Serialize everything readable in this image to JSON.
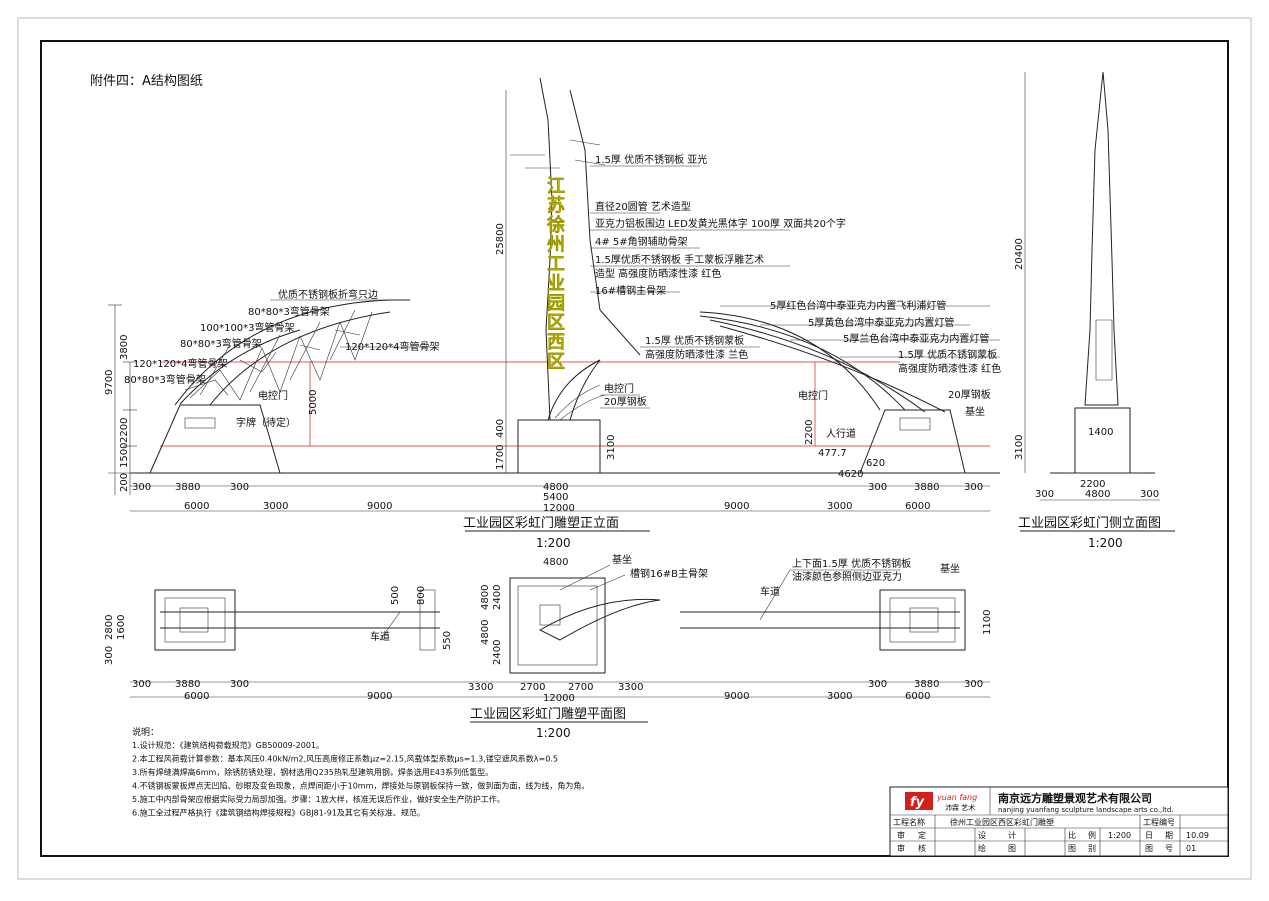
{
  "sheet_title": "附件四：A结构图纸",
  "sign_text": [
    "江",
    "苏",
    "徐",
    "州",
    "工",
    "业",
    "园",
    "区",
    "西",
    "区"
  ],
  "colors": {
    "sign_text": "#e8e400",
    "section_lines": "#d2201a",
    "line": "#222222"
  },
  "front_elevation": {
    "title": "工业园区彩虹门雕塑正立面",
    "scale": "1:200",
    "callouts": {
      "c1": "1.5厚 优质不锈钢板 亚光",
      "c2": "直径20圆管 艺术造型",
      "c3": "亚克力铝板围边 LED发黄光黑体字 100厚 双面共20个字",
      "c4": "4# 5#角钢辅助骨架",
      "c5": "1.5厚优质不锈钢板 手工蒙板浮雕艺术",
      "c6": "造型 高强度防晒漆性漆 红色",
      "c7": "16#槽钢主骨架",
      "c8": "1.5厚 优质不锈钢蒙板",
      "c9": "高强度防晒漆性漆 兰色",
      "c10": "电控门",
      "c11": "20厚钢板",
      "l1": "优质不锈钢板折弯只边",
      "l2": "80*80*3弯管骨架",
      "l3": "100*100*3弯管骨架",
      "l4": "80*80*3弯管骨架",
      "l5": "120*120*4弯管骨架",
      "l6": "80*80*3弯管骨架",
      "l7": "120*120*4弯管骨架",
      "l8": "电控门",
      "l9": "字牌（待定）",
      "r1": "5厚红色台湾中泰亚克力内置飞利浦灯管",
      "r2": "5厚黄色台湾中泰亚克力内置灯管",
      "r3": "5厚兰色台湾中泰亚克力内置灯管",
      "r4": "1.5厚 优质不锈钢蒙板",
      "r5": "高强度防晒漆性漆 红色",
      "r6": "电控门",
      "r7": "20厚钢板",
      "r8": "基坐",
      "r9": "人行道"
    },
    "dims": {
      "h_left_total": "9700",
      "h_left_a": "3800",
      "h_left_b": "2200",
      "h_left_c": "1500",
      "h_left_d": "200",
      "h_mid": "5000",
      "h_center_top": "25800",
      "h_center_b": "400",
      "h_center_c": "1700",
      "h_center_d": "3100",
      "h_right": "2200",
      "r_477": "477.7",
      "r_620": "620",
      "r_4620": "4620",
      "w_300a": "300",
      "w_3880a": "3880",
      "w_300b": "300",
      "w_6000a": "6000",
      "w_3000a": "3000",
      "w_9000a": "9000",
      "w_4800": "4800",
      "w_5400": "5400",
      "w_12000": "12000",
      "w_9000b": "9000",
      "w_3000b": "3000",
      "w_6000b": "6000",
      "w_300c": "300",
      "w_3880b": "3880",
      "w_300d": "300"
    }
  },
  "side_elevation": {
    "title": "工业园区彩虹门侧立面图",
    "scale": "1:200",
    "dims": {
      "h_top": "20400",
      "h_bot": "3100",
      "base": "1400",
      "w_2200": "2200",
      "w_4800": "4800",
      "w_300a": "300",
      "w_300b": "300"
    }
  },
  "plan": {
    "title": "工业园区彩虹门雕塑平面图",
    "scale": "1:200",
    "labels": {
      "base_top": "基坐",
      "channel": "槽钢16#B主骨架",
      "road_left": "车道",
      "road_right": "车道",
      "panel_1": "上下面1.5厚 优质不锈钢板",
      "panel_2": "油漆颜色参照侧边亚克力",
      "base_right": "基坐"
    },
    "dims": {
      "d2800": "2800",
      "d1600": "1600",
      "d300": "300",
      "d500": "500",
      "d800": "800",
      "d550": "550",
      "d4800a": "4800",
      "d2400a": "2400",
      "d4800b": "4800",
      "d2400b": "2400",
      "d1100": "1100",
      "w_300a": "300",
      "w_3880a": "3880",
      "w_300b": "300",
      "w_6000a": "6000",
      "w_9000a": "9000",
      "w_3300a": "3300",
      "w_2700a": "2700",
      "w_2700b": "2700",
      "w_3300b": "3300",
      "w_12000": "12000",
      "w_9000b": "9000",
      "w_3000b": "3000",
      "w_6000b": "6000",
      "w_300c": "300",
      "w_3880b": "3880",
      "w_300d": "300"
    }
  },
  "notes": {
    "heading": "说明：",
    "items": [
      "1.设计规范：《建筑结构荷载规范》GB50009-2001。",
      "2.本工程风荷载计算参数：基本风压0.40kN/m2,风压高度修正系数μz=2.15,风载体型系数μs=1.3,镂空遮风系数λ=0.5",
      "3.所有焊缝满焊高6mm，除锈防锈处理，钢材选用Q235热轧型建筑用钢，焊条选用E43系列低氢型。",
      "4.不锈钢板蒙板焊点无凹陷、砂眼及变色现象，点焊间距小于10mm，焊接处与原钢板保持一致，做到面为面，线为线，角为角。",
      "5.施工中内部骨架应根据实际受力局部加强。步骤：1放大样，核准无误后作业，做好安全生产防护工作。",
      "6.施工全过程严格执行《建筑钢结构焊接规程》GBJ81-91及其它有关标准、规范。"
    ]
  },
  "title_block": {
    "logo_text": "yuan fang",
    "logo_sub": "沛霖 艺术",
    "company_cn": "南京远方雕塑景观艺术有限公司",
    "company_en": "nanjing yuanfang sculpture landscape arts co.,ltd.",
    "project_label": "工程名称",
    "project_value": "徐州工业园区西区彩虹门雕塑",
    "project_no_label": "工程编号",
    "project_no_value": "",
    "row2": {
      "a": "审",
      "b": "定",
      "c": "设",
      "d": "计",
      "e": "比",
      "f": "例",
      "g": "1:200",
      "h": "日",
      "i": "期",
      "j": "10.09"
    },
    "row3": {
      "a": "审",
      "b": "核",
      "c": "绘",
      "d": "图",
      "e": "图",
      "f": "别",
      "g": "",
      "h": "图",
      "i": "号",
      "j": "01"
    }
  }
}
